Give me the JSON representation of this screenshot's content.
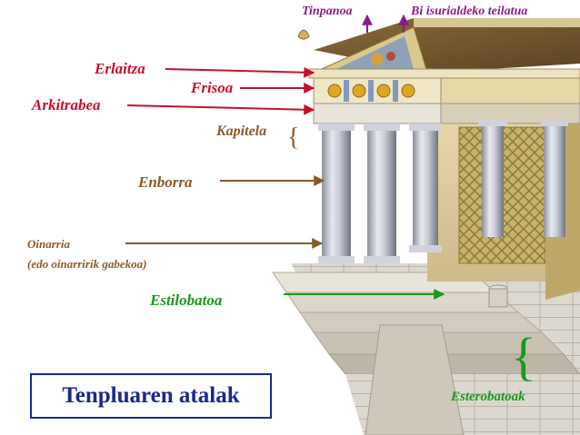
{
  "labels": {
    "tinpanoa": "Tinpanoa",
    "bi_isurialdeko": "Bi isurialdeko teilatua",
    "erlaitza": "Erlaitza",
    "frisoa": "Frisoa",
    "arkitrabea": "Arkitrabea",
    "kapitela": "Kapitela",
    "enborra": "Enborra",
    "oinarria": "Oinarria",
    "oinarria_note": "(edo oinarririk gabekoa)",
    "estilobatoa": "Estilobatoa",
    "esterobatoak": "Esterobatoak"
  },
  "title": "Tenpluaren atalak",
  "colors": {
    "red": "#c8102e",
    "brown": "#8a5a2b",
    "green": "#1a9a1a",
    "purple": "#8b1a8b",
    "title_blue": "#1a2a8a"
  }
}
